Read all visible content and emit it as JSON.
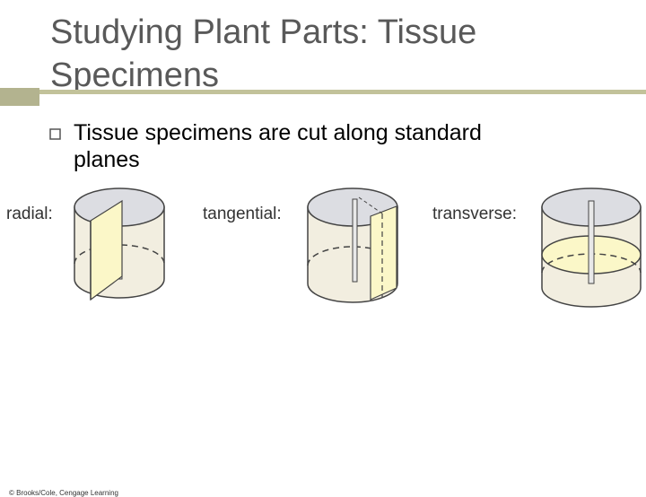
{
  "slide": {
    "title": "Studying Plant Parts: Tissue\nSpecimens",
    "bullets": [
      {
        "text": "Tissue specimens are cut along standard\nplanes",
        "icon": "hollow-square-bullet-icon"
      }
    ]
  },
  "figure": {
    "labels": {
      "radial": "radial:",
      "tangential": "tangential:",
      "transverse": "transverse:"
    },
    "credit": "© Brooks/Cole, Cengage Learning"
  },
  "colors": {
    "title": "#595959",
    "accent": "#b3b38f",
    "cylinder_fill": "#f2eee0",
    "cut_plane": "#fbf7c8",
    "top_face": "#dcdde2"
  }
}
